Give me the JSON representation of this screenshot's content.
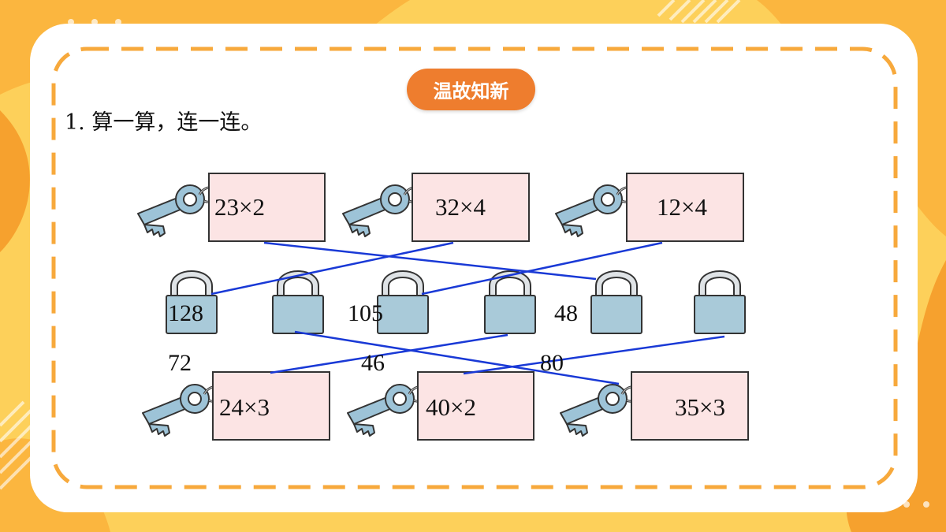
{
  "badge": "温故知新",
  "question": "1. 算一算，连一连。",
  "colors": {
    "accent": "#ee7d2e",
    "dash": "#f7a93c",
    "card_fill": "#fce4e4",
    "lock_fill": "#a9cad9",
    "line": "#1939d6"
  },
  "keys_top": [
    {
      "expr": "23×2"
    },
    {
      "expr": "32×4"
    },
    {
      "expr": "12×4"
    }
  ],
  "locks": [
    {
      "value": "128"
    },
    {
      "value": "72"
    },
    {
      "value": "105"
    },
    {
      "value": "46"
    },
    {
      "value": "48"
    },
    {
      "value": "80"
    }
  ],
  "keys_bottom": [
    {
      "expr": "24×3"
    },
    {
      "expr": "40×2"
    },
    {
      "expr": "35×3"
    }
  ]
}
